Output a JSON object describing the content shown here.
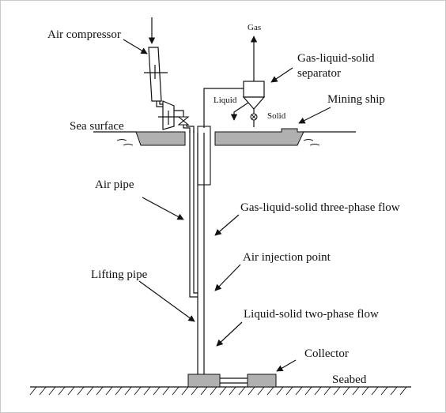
{
  "labels": {
    "air_compressor": "Air compressor",
    "gas": "Gas",
    "separator_line1": "Gas-liquid-solid",
    "separator_line2": "separator",
    "liquid": "Liquid",
    "solid": "Solid",
    "mining_ship": "Mining ship",
    "sea_surface": "Sea surface",
    "air_pipe": "Air pipe",
    "three_phase_flow": "Gas-liquid-solid three-phase flow",
    "air_injection_point": "Air injection point",
    "lifting_pipe": "Lifting pipe",
    "two_phase_flow": "Liquid-solid two-phase flow",
    "collector": "Collector",
    "seabed": "Seabed"
  },
  "colors": {
    "line": "#111111",
    "fill": "#b0b0b0",
    "frame": "#c8c8c8"
  }
}
